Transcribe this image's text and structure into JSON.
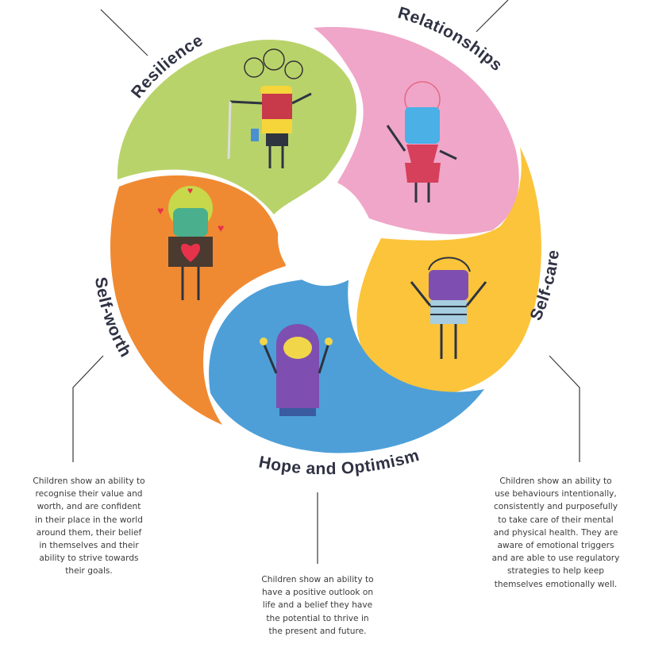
{
  "segments": [
    {
      "id": "resilience",
      "label": "Resilience",
      "color": "#b9d36b"
    },
    {
      "id": "relationships",
      "label": "Relationships",
      "color": "#f0a6c8"
    },
    {
      "id": "self-care",
      "label": "Self-care",
      "color": "#fbc43a"
    },
    {
      "id": "hope-and-optimism",
      "label": "Hope and Optimism",
      "color": "#4e9fd8"
    },
    {
      "id": "self-worth",
      "label": "Self-worth",
      "color": "#f08a32"
    }
  ],
  "descriptions": {
    "self_worth": "Children show an ability to\nrecognise their value and\nworth, and are confident\nin their place in the world\naround them, their belief\nin themselves and their\nability to strive towards\ntheir goals.",
    "hope": "Children show an ability to\nhave a positive outlook on\nlife and a belief they have\nthe potential to thrive in\nthe present and future.",
    "self_care": "Children show an ability to\nuse behaviours intentionally,\nconsistently and purposefully\nto take care of their mental\nand physical health. They are\naware of emotional triggers\nand are able to use regulatory\nstrategies to help keep\nthemselves emotionally well."
  }
}
